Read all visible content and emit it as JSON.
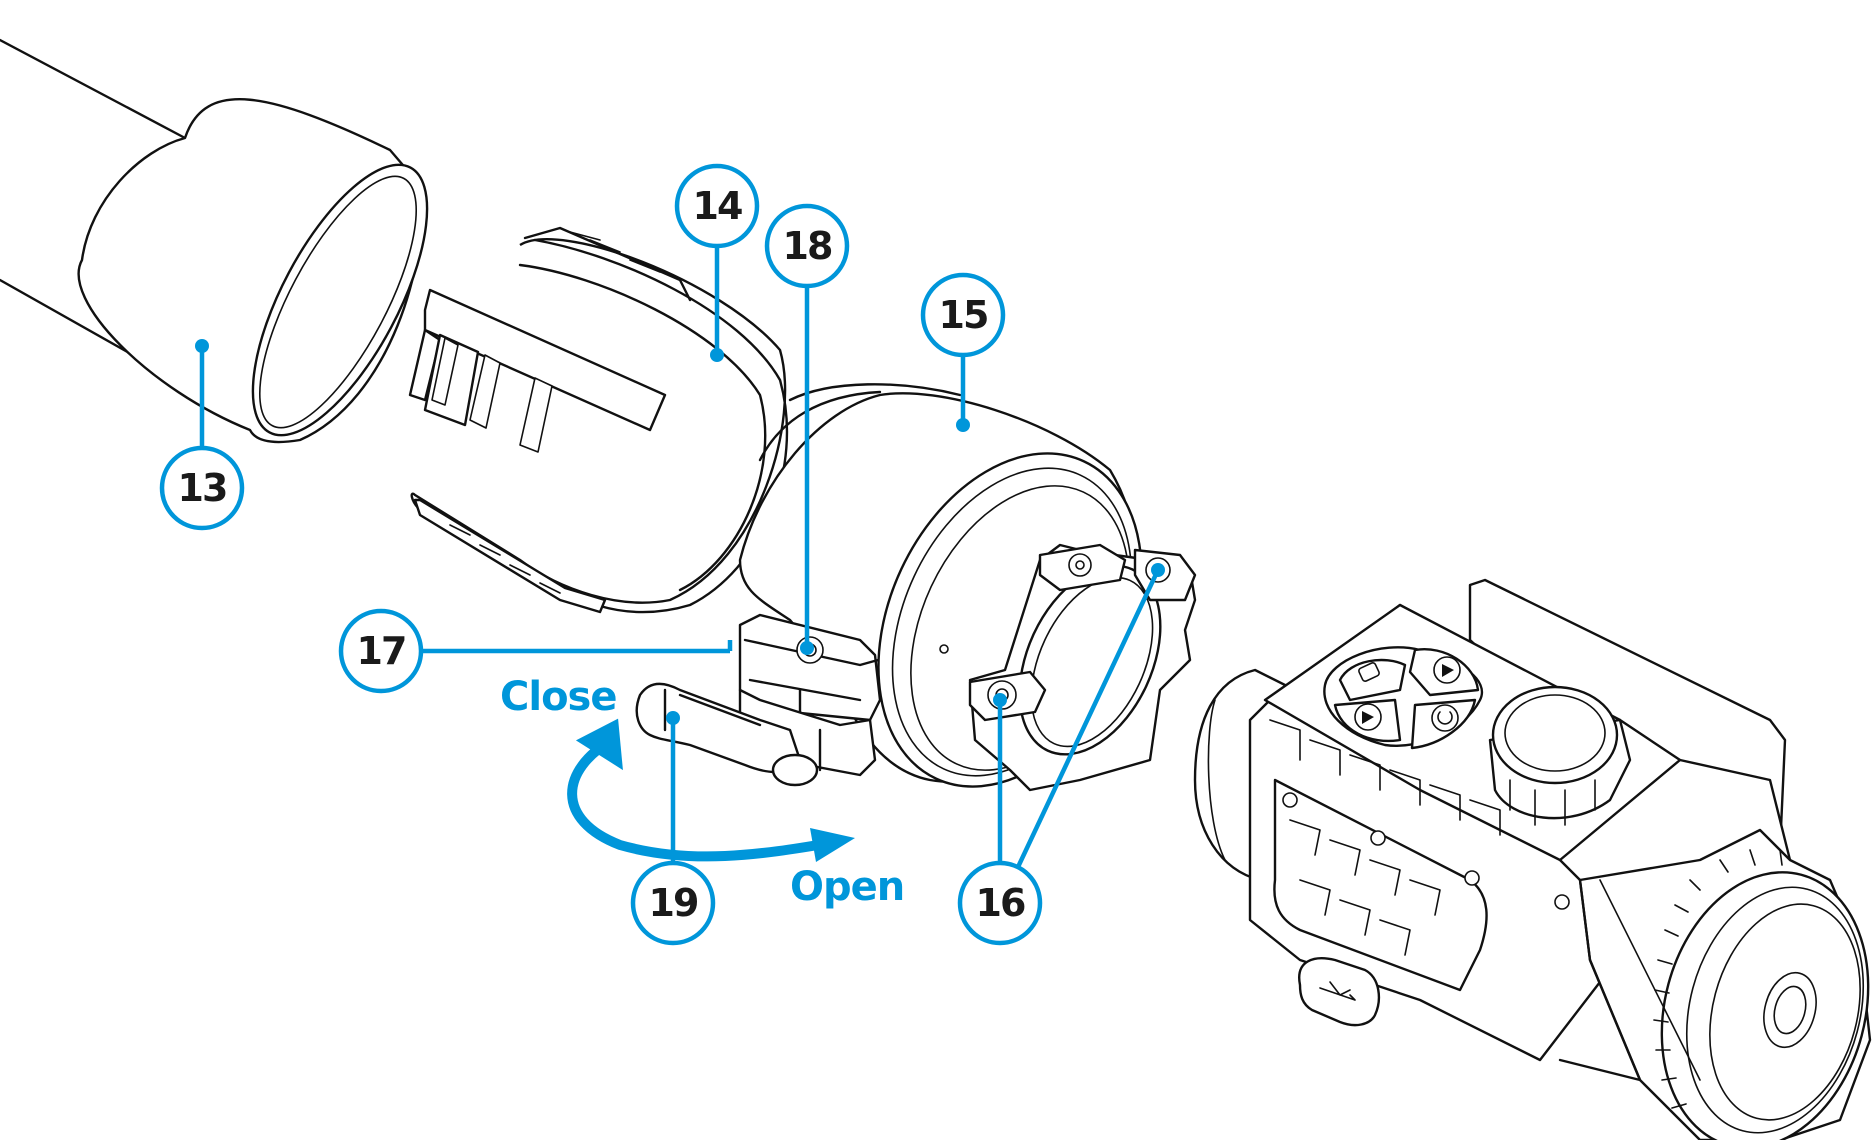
{
  "diagram": {
    "type": "exploded-assembly",
    "subject": "Clip-on thermal device with rifle scope adapter mount",
    "accent_color": "#0096da",
    "line_color": "#111111",
    "callouts": [
      {
        "id": "13",
        "label": "13",
        "part": "scope-tube"
      },
      {
        "id": "14",
        "label": "14",
        "part": "adapter-insert-ring"
      },
      {
        "id": "15",
        "label": "15",
        "part": "adapter-body"
      },
      {
        "id": "16",
        "label": "16",
        "part": "mount-screws"
      },
      {
        "id": "17",
        "label": "17",
        "part": "clamp-block"
      },
      {
        "id": "18",
        "label": "18",
        "part": "clamp-screw"
      },
      {
        "id": "19",
        "label": "19",
        "part": "quick-release-lever"
      }
    ],
    "actions": {
      "close_label": "Close",
      "open_label": "Open"
    },
    "device_buttons": [
      {
        "icon": "menu-square-icon"
      },
      {
        "icon": "up-triangle-icon"
      },
      {
        "icon": "down-triangle-icon"
      },
      {
        "icon": "power-icon"
      }
    ],
    "connector": {
      "icon": "usb-icon"
    }
  }
}
